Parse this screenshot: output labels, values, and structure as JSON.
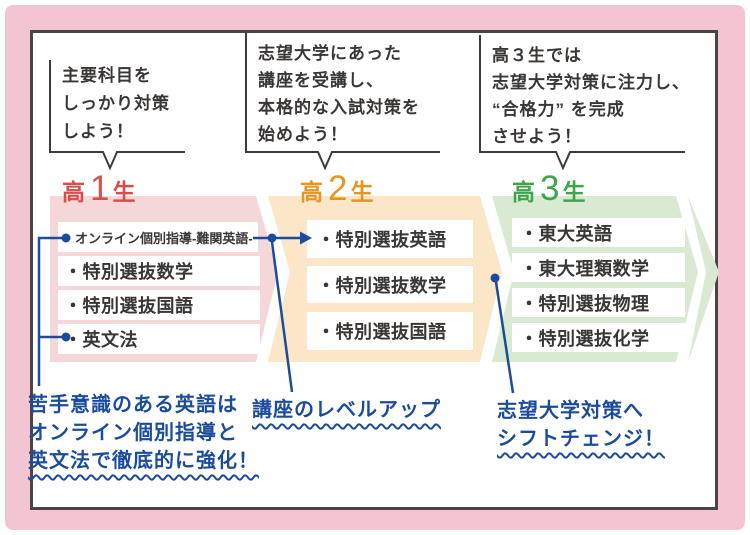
{
  "colors": {
    "frame_pink": "#f3c5d2",
    "panel_border": "#4a4543",
    "band_pink": "#f6d7d9",
    "band_orange": "#fbe6c8",
    "band_green": "#d9e9d2",
    "stage1_accent": "#d5504d",
    "stage2_accent": "#ea9420",
    "stage3_accent": "#3da64b",
    "connector_blue": "#1b4c9b",
    "text_dark": "#3a3634"
  },
  "bubbles": [
    {
      "lines": [
        "主要科目を",
        "しっかり対策",
        "しよう！"
      ]
    },
    {
      "lines": [
        "志望大学にあった",
        "講座を受講し、",
        "本格的な入試対策を",
        "始めよう！"
      ]
    },
    {
      "lines": [
        "高３生では",
        "志望大学対策に注力し、",
        "“合格力” を完成",
        "させよう！"
      ]
    }
  ],
  "stages": [
    {
      "prefix": "高",
      "number": "1",
      "suffix": "生",
      "courses": [
        "・オンライン個別指導-難関英語-",
        "・特別選抜数学",
        "・特別選抜国語",
        "・英文法"
      ]
    },
    {
      "prefix": "高",
      "number": "2",
      "suffix": "生",
      "courses": [
        "・特別選抜英語",
        "・特別選抜数学",
        "・特別選抜国語"
      ]
    },
    {
      "prefix": "高",
      "number": "3",
      "suffix": "生",
      "courses": [
        "・東大英語",
        "・東大理類数学",
        "・特別選抜物理",
        "・特別選抜化学"
      ]
    }
  ],
  "annotations": [
    {
      "lines": [
        "苦手意識のある英語は",
        "オンライン個別指導と",
        "英文法で徹底的に強化！"
      ]
    },
    {
      "lines": [
        "講座のレベルアップ"
      ]
    },
    {
      "lines": [
        "志望大学対策へ",
        "シフトチェンジ！"
      ]
    }
  ]
}
